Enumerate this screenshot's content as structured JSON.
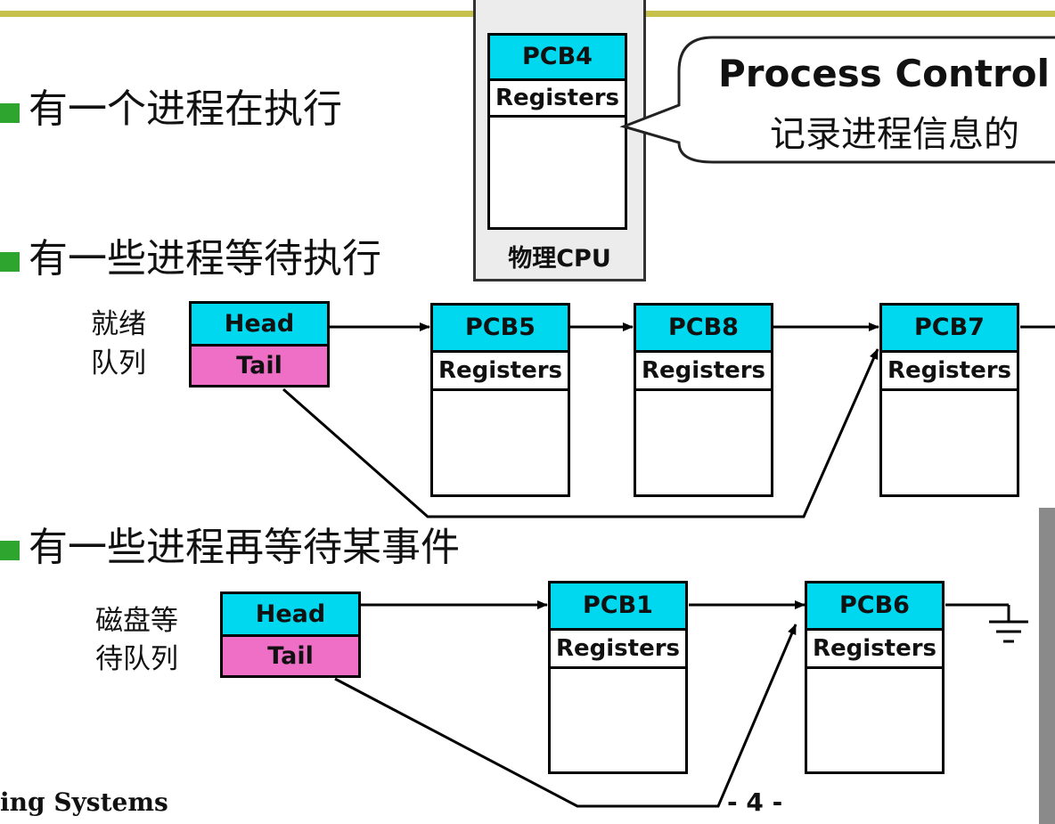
{
  "bullets": {
    "running": "有一个进程在执行",
    "ready_wait": "有一些进程等待执行",
    "event_wait": "有一些进程再等待某事件"
  },
  "cpu": {
    "label": "物理CPU",
    "pcb_name": "PCB4",
    "registers": "Registers"
  },
  "callout": {
    "line1": "Process Control",
    "line2": "记录进程信息的"
  },
  "ready_queue": {
    "label_line1": "就绪",
    "label_line2": "队列",
    "head": "Head",
    "tail": "Tail",
    "pcbs": [
      {
        "name": "PCB5",
        "registers": "Registers"
      },
      {
        "name": "PCB8",
        "registers": "Registers"
      },
      {
        "name": "PCB7",
        "registers": "Registers"
      }
    ]
  },
  "disk_queue": {
    "label_line1": "磁盘等",
    "label_line2": "待队列",
    "head": "Head",
    "tail": "Tail",
    "pcbs": [
      {
        "name": "PCB1",
        "registers": "Registers"
      },
      {
        "name": "PCB6",
        "registers": "Registers"
      }
    ]
  },
  "footer": {
    "left_text": "ing Systems",
    "page_number": "- 4 -"
  },
  "colors": {
    "pcb_header": "#00d8ef",
    "tail_fill": "#ef6fc7",
    "bullet": "#2ea52e",
    "top_rule": "#c6c14a"
  }
}
